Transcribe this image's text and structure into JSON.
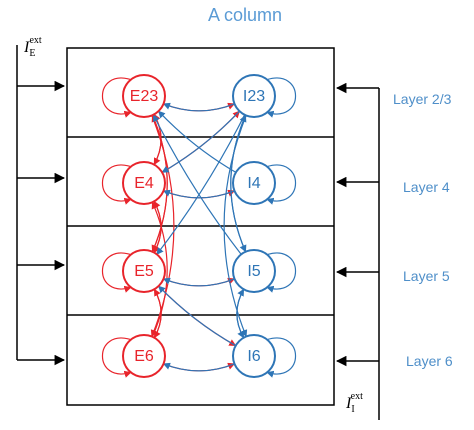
{
  "title": "A column",
  "colors": {
    "excitatory": "#e8242b",
    "inhibitory": "#2e75b6",
    "frame": "#000000",
    "label": "#4f8fc9"
  },
  "layers": [
    {
      "label": "Layer 2/3",
      "e": "E23",
      "i": "I23"
    },
    {
      "label": "Layer 4",
      "e": "E4",
      "i": "I4"
    },
    {
      "label": "Layer 5",
      "e": "E5",
      "i": "I5"
    },
    {
      "label": "Layer 6",
      "e": "E6",
      "i": "I6"
    }
  ],
  "external_inputs": {
    "excitatory": {
      "symbol": "I",
      "sub": "E",
      "sup": "ext"
    },
    "inhibitory": {
      "symbol": "I",
      "sub": "I",
      "sup": "ext"
    }
  },
  "connections": {
    "excitatory": [
      [
        "E23",
        "I23"
      ],
      [
        "E23",
        "E4"
      ],
      [
        "E23",
        "E5"
      ],
      [
        "E23",
        "E6"
      ],
      [
        "E4",
        "E23"
      ],
      [
        "E4",
        "I4"
      ],
      [
        "E4",
        "E5"
      ],
      [
        "E4",
        "I23"
      ],
      [
        "E5",
        "E23"
      ],
      [
        "E5",
        "E4"
      ],
      [
        "E5",
        "I5"
      ],
      [
        "E5",
        "E6"
      ],
      [
        "E5",
        "I6"
      ],
      [
        "E6",
        "I6"
      ],
      [
        "E6",
        "E4"
      ],
      [
        "E6",
        "E5"
      ]
    ],
    "inhibitory": [
      [
        "I23",
        "E23"
      ],
      [
        "I23",
        "E4"
      ],
      [
        "I23",
        "E5"
      ],
      [
        "I23",
        "I5"
      ],
      [
        "I23",
        "I6"
      ],
      [
        "I4",
        "E4"
      ],
      [
        "I4",
        "E23"
      ],
      [
        "I5",
        "E5"
      ],
      [
        "I5",
        "E23"
      ],
      [
        "I5",
        "I23"
      ],
      [
        "I5",
        "I6"
      ],
      [
        "I6",
        "E6"
      ],
      [
        "I6",
        "E5"
      ],
      [
        "I6",
        "I5"
      ]
    ]
  }
}
